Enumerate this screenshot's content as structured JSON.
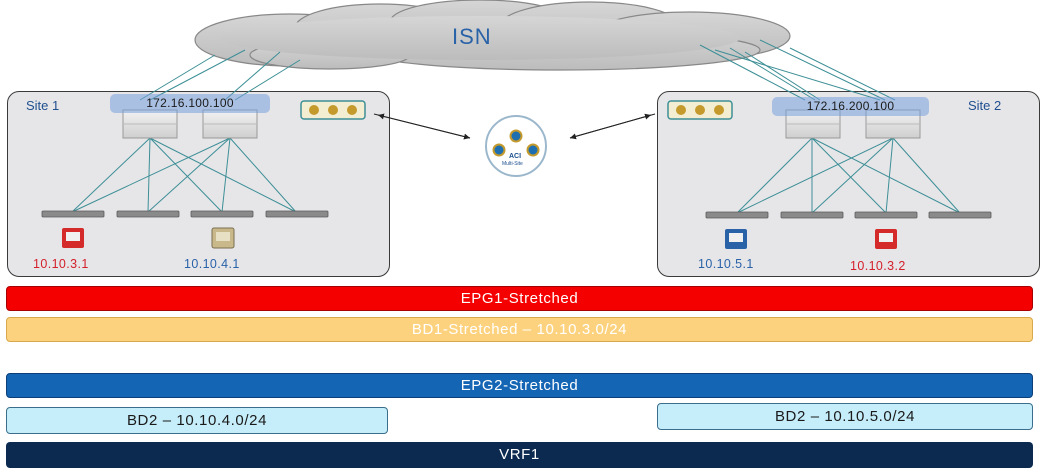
{
  "isn": {
    "label": "ISN"
  },
  "site1": {
    "label": "Site 1",
    "loopback": "172.16.100.100",
    "endpoints": [
      {
        "ip": "10.10.3.1"
      },
      {
        "ip": "10.10.4.1"
      }
    ]
  },
  "site2": {
    "label": "Site 2",
    "loopback": "172.16.200.100",
    "endpoints": [
      {
        "ip": "10.10.5.1"
      },
      {
        "ip": "10.10.3.2"
      }
    ]
  },
  "controller": {
    "title": "ACI",
    "subtitle": "Multi-Site"
  },
  "bars": {
    "epg1": "EPG1-Stretched",
    "bd1": "BD1-Stretched – 10.10.3.0/24",
    "epg2": "EPG2-Stretched",
    "bd2_site1": "BD2 – 10.10.4.0/24",
    "bd2_site2": "BD2 – 10.10.5.0/24",
    "vrf": "VRF1"
  },
  "colors": {
    "epg1": "#f40000",
    "bd1": "#fdd27e",
    "epg2": "#1565b5",
    "bd2": "#c6eefa",
    "vrf": "#0c2a50",
    "link": "#3d8f96"
  }
}
